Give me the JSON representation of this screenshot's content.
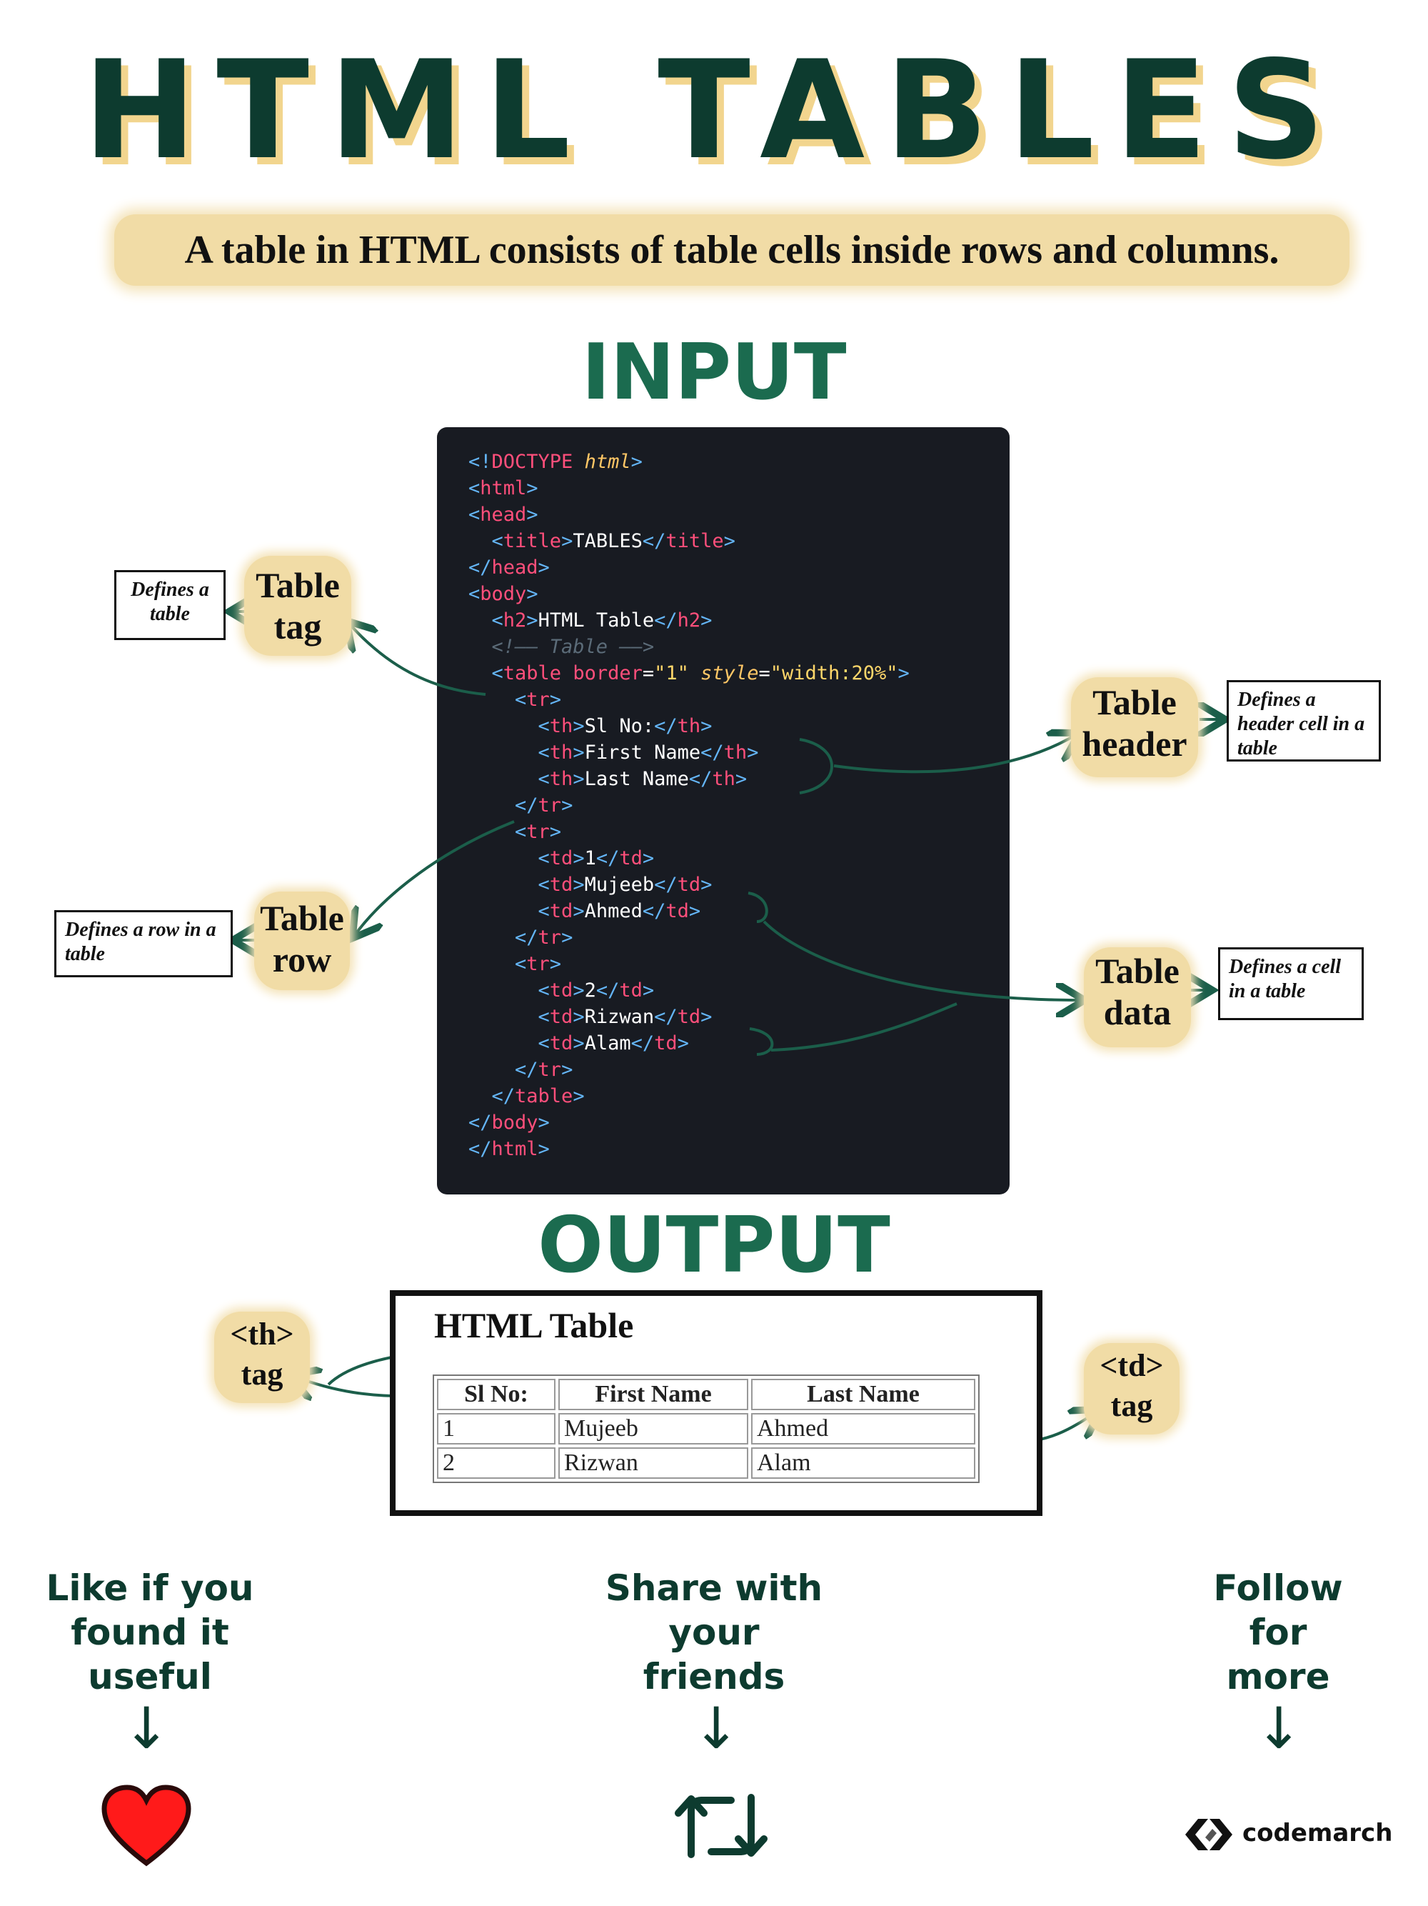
{
  "title": "HTML TABLES",
  "subtitle": "A table in HTML consists of table cells inside rows and columns.",
  "input_heading": "INPUT",
  "output_heading": "OUTPUT",
  "code": {
    "lines": [
      [
        {
          "t": "<!",
          "c": "punct"
        },
        {
          "t": "DOCTYPE ",
          "c": "tag"
        },
        {
          "t": "html",
          "c": "ital"
        },
        {
          "t": ">",
          "c": "punct"
        }
      ],
      [
        {
          "t": "<",
          "c": "punct"
        },
        {
          "t": "html",
          "c": "tag"
        },
        {
          "t": ">",
          "c": "punct"
        }
      ],
      [
        {
          "t": "<",
          "c": "punct"
        },
        {
          "t": "head",
          "c": "tag"
        },
        {
          "t": ">",
          "c": "punct"
        }
      ],
      [
        {
          "t": "  <",
          "c": "punct"
        },
        {
          "t": "title",
          "c": "tag"
        },
        {
          "t": ">",
          "c": "punct"
        },
        {
          "t": "TABLES",
          "c": "text"
        },
        {
          "t": "</",
          "c": "punct"
        },
        {
          "t": "title",
          "c": "tag"
        },
        {
          "t": ">",
          "c": "punct"
        }
      ],
      [
        {
          "t": "</",
          "c": "punct"
        },
        {
          "t": "head",
          "c": "tag"
        },
        {
          "t": ">",
          "c": "punct"
        }
      ],
      [
        {
          "t": "<",
          "c": "punct"
        },
        {
          "t": "body",
          "c": "tag"
        },
        {
          "t": ">",
          "c": "punct"
        }
      ],
      [
        {
          "t": "  <",
          "c": "punct"
        },
        {
          "t": "h2",
          "c": "tag"
        },
        {
          "t": ">",
          "c": "punct"
        },
        {
          "t": "HTML Table",
          "c": "text"
        },
        {
          "t": "</",
          "c": "punct"
        },
        {
          "t": "h2",
          "c": "tag"
        },
        {
          "t": ">",
          "c": "punct"
        }
      ],
      [
        {
          "t": "  <!—— Table ——>",
          "c": "comm"
        }
      ],
      [
        {
          "t": "  <",
          "c": "punct"
        },
        {
          "t": "table ",
          "c": "tag"
        },
        {
          "t": "border",
          "c": "attr"
        },
        {
          "t": "=",
          "c": "text"
        },
        {
          "t": "\"1\" ",
          "c": "str"
        },
        {
          "t": "style",
          "c": "ital"
        },
        {
          "t": "=",
          "c": "text"
        },
        {
          "t": "\"width:20%\"",
          "c": "str"
        },
        {
          "t": ">",
          "c": "punct"
        }
      ],
      [
        {
          "t": "    <",
          "c": "punct"
        },
        {
          "t": "tr",
          "c": "tag"
        },
        {
          "t": ">",
          "c": "punct"
        }
      ],
      [
        {
          "t": "      <",
          "c": "punct"
        },
        {
          "t": "th",
          "c": "tag"
        },
        {
          "t": ">",
          "c": "punct"
        },
        {
          "t": "Sl No:",
          "c": "text"
        },
        {
          "t": "</",
          "c": "punct"
        },
        {
          "t": "th",
          "c": "tag"
        },
        {
          "t": ">",
          "c": "punct"
        }
      ],
      [
        {
          "t": "      <",
          "c": "punct"
        },
        {
          "t": "th",
          "c": "tag"
        },
        {
          "t": ">",
          "c": "punct"
        },
        {
          "t": "First Name",
          "c": "text"
        },
        {
          "t": "</",
          "c": "punct"
        },
        {
          "t": "th",
          "c": "tag"
        },
        {
          "t": ">",
          "c": "punct"
        }
      ],
      [
        {
          "t": "      <",
          "c": "punct"
        },
        {
          "t": "th",
          "c": "tag"
        },
        {
          "t": ">",
          "c": "punct"
        },
        {
          "t": "Last Name",
          "c": "text"
        },
        {
          "t": "</",
          "c": "punct"
        },
        {
          "t": "th",
          "c": "tag"
        },
        {
          "t": ">",
          "c": "punct"
        }
      ],
      [
        {
          "t": "    </",
          "c": "punct"
        },
        {
          "t": "tr",
          "c": "tag"
        },
        {
          "t": ">",
          "c": "punct"
        }
      ],
      [
        {
          "t": "    <",
          "c": "punct"
        },
        {
          "t": "tr",
          "c": "tag"
        },
        {
          "t": ">",
          "c": "punct"
        }
      ],
      [
        {
          "t": "      <",
          "c": "punct"
        },
        {
          "t": "td",
          "c": "tag"
        },
        {
          "t": ">",
          "c": "punct"
        },
        {
          "t": "1",
          "c": "text"
        },
        {
          "t": "</",
          "c": "punct"
        },
        {
          "t": "td",
          "c": "tag"
        },
        {
          "t": ">",
          "c": "punct"
        }
      ],
      [
        {
          "t": "      <",
          "c": "punct"
        },
        {
          "t": "td",
          "c": "tag"
        },
        {
          "t": ">",
          "c": "punct"
        },
        {
          "t": "Mujeeb",
          "c": "text"
        },
        {
          "t": "</",
          "c": "punct"
        },
        {
          "t": "td",
          "c": "tag"
        },
        {
          "t": ">",
          "c": "punct"
        }
      ],
      [
        {
          "t": "      <",
          "c": "punct"
        },
        {
          "t": "td",
          "c": "tag"
        },
        {
          "t": ">",
          "c": "punct"
        },
        {
          "t": "Ahmed",
          "c": "text"
        },
        {
          "t": "</",
          "c": "punct"
        },
        {
          "t": "td",
          "c": "tag"
        },
        {
          "t": ">",
          "c": "punct"
        }
      ],
      [
        {
          "t": "    </",
          "c": "punct"
        },
        {
          "t": "tr",
          "c": "tag"
        },
        {
          "t": ">",
          "c": "punct"
        }
      ],
      [
        {
          "t": "    <",
          "c": "punct"
        },
        {
          "t": "tr",
          "c": "tag"
        },
        {
          "t": ">",
          "c": "punct"
        }
      ],
      [
        {
          "t": "      <",
          "c": "punct"
        },
        {
          "t": "td",
          "c": "tag"
        },
        {
          "t": ">",
          "c": "punct"
        },
        {
          "t": "2",
          "c": "text"
        },
        {
          "t": "</",
          "c": "punct"
        },
        {
          "t": "td",
          "c": "tag"
        },
        {
          "t": ">",
          "c": "punct"
        }
      ],
      [
        {
          "t": "      <",
          "c": "punct"
        },
        {
          "t": "td",
          "c": "tag"
        },
        {
          "t": ">",
          "c": "punct"
        },
        {
          "t": "Rizwan",
          "c": "text"
        },
        {
          "t": "</",
          "c": "punct"
        },
        {
          "t": "td",
          "c": "tag"
        },
        {
          "t": ">",
          "c": "punct"
        }
      ],
      [
        {
          "t": "      <",
          "c": "punct"
        },
        {
          "t": "td",
          "c": "tag"
        },
        {
          "t": ">",
          "c": "punct"
        },
        {
          "t": "Alam",
          "c": "text"
        },
        {
          "t": "</",
          "c": "punct"
        },
        {
          "t": "td",
          "c": "tag"
        },
        {
          "t": ">",
          "c": "punct"
        }
      ],
      [
        {
          "t": "    </",
          "c": "punct"
        },
        {
          "t": "tr",
          "c": "tag"
        },
        {
          "t": ">",
          "c": "punct"
        }
      ],
      [
        {
          "t": "  </",
          "c": "punct"
        },
        {
          "t": "table",
          "c": "tag"
        },
        {
          "t": ">",
          "c": "punct"
        }
      ],
      [
        {
          "t": "</",
          "c": "punct"
        },
        {
          "t": "body",
          "c": "tag"
        },
        {
          "t": ">",
          "c": "punct"
        }
      ],
      [
        {
          "t": "</",
          "c": "punct"
        },
        {
          "t": "html",
          "c": "tag"
        },
        {
          "t": ">",
          "c": "punct"
        }
      ]
    ]
  },
  "labels": {
    "table_tag": {
      "line1": "Table",
      "line2": "tag",
      "def": "Defines a table"
    },
    "table_header": {
      "line1": "Table",
      "line2": "header",
      "def": "Defines a header cell in a table"
    },
    "table_row": {
      "line1": "Table",
      "line2": "row",
      "def": "Defines a row in a table"
    },
    "table_data": {
      "line1": "Table",
      "line2": "data",
      "def": "Defines a cell in a table"
    },
    "th_tag": {
      "line1": "<th>",
      "line2": "tag"
    },
    "td_tag": {
      "line1": "<td>",
      "line2": "tag"
    }
  },
  "output": {
    "heading": "HTML Table",
    "headers": [
      "Sl No:",
      "First Name",
      "Last Name"
    ],
    "rows": [
      [
        "1",
        "Mujeeb",
        "Ahmed"
      ],
      [
        "2",
        "Rizwan",
        "Alam"
      ]
    ]
  },
  "cta": {
    "like": {
      "l1": "Like if you",
      "l2": "found it",
      "l3": "useful",
      "icon": "heart-icon"
    },
    "share": {
      "l1": "Share with",
      "l2": "your",
      "l3": "friends",
      "icon": "repost-icon"
    },
    "follow": {
      "l1": "Follow",
      "l2": "for",
      "l3": "more",
      "brand": "codemarch"
    }
  },
  "colors": {
    "dark_green": "#0d3b2f",
    "accent_green": "#1b6b4f",
    "highlight": "#f1dca6",
    "code_bg": "#181b22",
    "heart": "#ff1a1a"
  }
}
